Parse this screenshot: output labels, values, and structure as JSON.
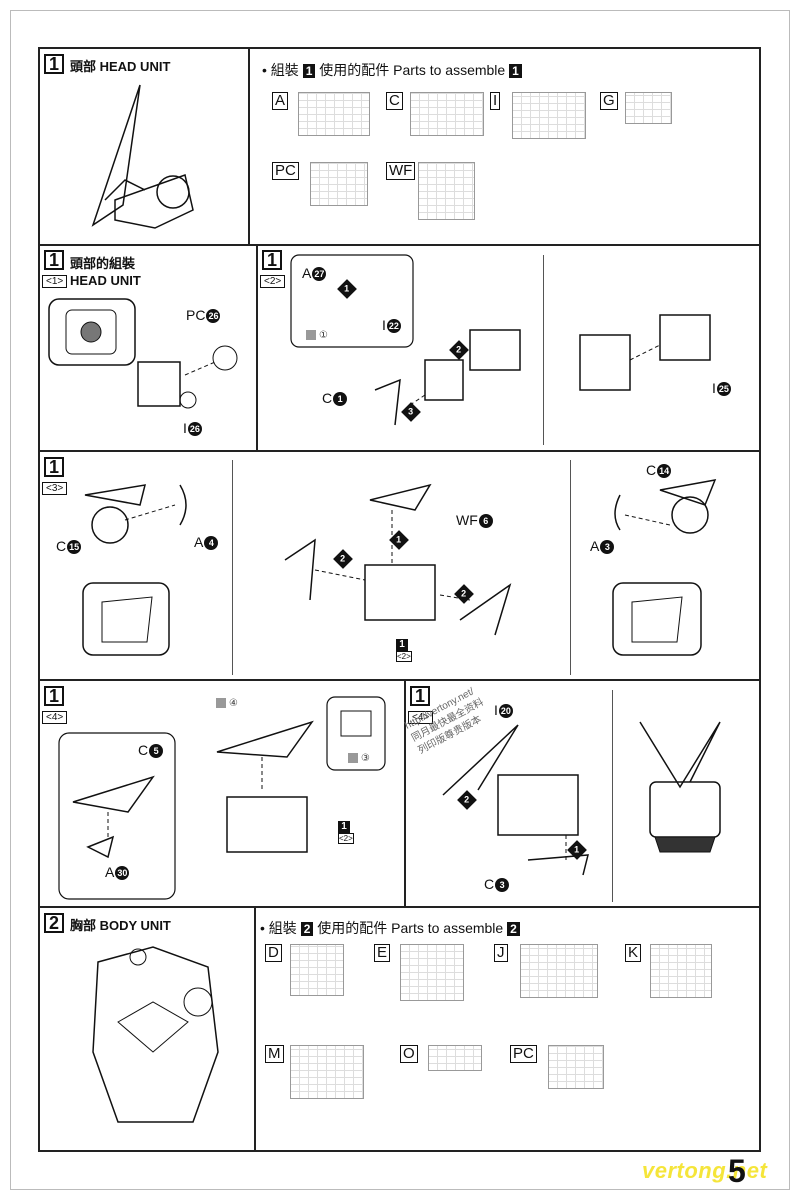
{
  "steps": {
    "s1_head_header": {
      "num": "1",
      "title": "頭部 HEAD UNIT"
    },
    "parts_title_1": {
      "prefix": "• 組裝",
      "num": "1",
      "mid": "使用的配件 Parts to assemble",
      "num2": "1"
    },
    "runners_1": [
      "A",
      "C",
      "I",
      "G",
      "PC",
      "WF"
    ],
    "s1_1": {
      "num": "1",
      "sub": "<1>",
      "title": "頭部的組裝",
      "subtitle": "HEAD UNIT"
    },
    "s1_2": {
      "num": "1",
      "sub": "<2>"
    },
    "s1_3": {
      "num": "1",
      "sub": "<3>"
    },
    "s1_4a": {
      "num": "1",
      "sub": "<4>"
    },
    "s1_4b": {
      "num": "1",
      "sub": "<4>"
    },
    "s2_body_header": {
      "num": "2",
      "title": "胸部 BODY UNIT"
    },
    "parts_title_2": {
      "prefix": "• 組裝",
      "num": "2",
      "mid": "使用的配件 Parts to assemble",
      "num2": "2"
    },
    "runners_2": [
      "D",
      "E",
      "J",
      "K",
      "M",
      "O",
      "PC"
    ]
  },
  "callouts": {
    "pc26": {
      "label": "PC",
      "num": "26"
    },
    "i26": {
      "label": "I",
      "num": "26"
    },
    "a27": {
      "label": "A",
      "num": "27"
    },
    "i22": {
      "label": "I",
      "num": "22"
    },
    "c1": {
      "label": "C",
      "num": "1"
    },
    "i25": {
      "label": "I",
      "num": "25"
    },
    "c15": {
      "label": "C",
      "num": "15"
    },
    "a4": {
      "label": "A",
      "num": "4"
    },
    "wf6": {
      "label": "WF",
      "num": "6"
    },
    "c14": {
      "label": "C",
      "num": "14"
    },
    "a3": {
      "label": "A",
      "num": "3"
    },
    "c5": {
      "label": "C",
      "num": "5"
    },
    "a30": {
      "label": "A",
      "num": "30"
    },
    "i20": {
      "label": "I",
      "num": "20"
    },
    "c3": {
      "label": "C",
      "num": "3"
    }
  },
  "arrow_nums": {
    "one": "1",
    "two": "2",
    "three": "3"
  },
  "tools": {
    "t1": "①",
    "t3": "③",
    "t4": "④"
  },
  "mini_steps": {
    "m1": {
      "num": "1",
      "tag": "<2>"
    },
    "m2": {
      "num": "1",
      "tag": "<2>"
    }
  },
  "diag_watermark": [
    "http://vertony.net/",
    "同月最快最全资料",
    "列印版尊贵版本"
  ],
  "page_number": "5",
  "watermark": "vertong.net"
}
